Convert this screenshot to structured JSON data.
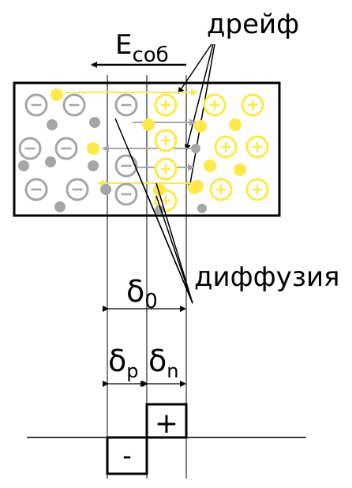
{
  "labels": {
    "field_main": "E",
    "field_sub": "соб",
    "drift": "дрейф",
    "diffusion": "диффузия",
    "delta0_main": "δ",
    "delta0_sub": "0",
    "deltap_main": "δ",
    "deltap_sub": "p",
    "deltan_main": "δ",
    "deltan_sub": "n",
    "charge_pos": "+",
    "charge_neg": "-"
  },
  "colors": {
    "p_ion": "#a6a6a6",
    "p_hole_dot": "#a6a6a6",
    "n_ion": "#ffe94a",
    "n_electron_dot": "#ffe94a",
    "drift_arrow_yellow": "#ffe94a",
    "drift_arrow_gray": "#a6a6a6",
    "outline": "#000000"
  },
  "icons": {
    "negative_ion": "circle-minus",
    "positive_ion": "circle-plus",
    "carrier": "dot"
  }
}
